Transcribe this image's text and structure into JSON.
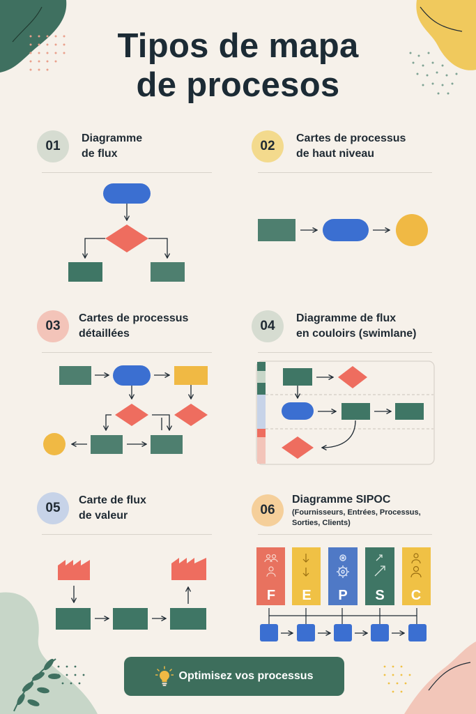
{
  "title": {
    "line1": "Tipos de mapa",
    "line2": "de procesos"
  },
  "sections": [
    {
      "num": "01",
      "line1": "Diagramme",
      "line2": "de flux",
      "color": "#d6dcd1"
    },
    {
      "num": "02",
      "line1": "Cartes de processus",
      "line2": "de haut niveau",
      "color": "#f3da8d"
    },
    {
      "num": "03",
      "line1": "Cartes de processus",
      "line2": "détaillées",
      "color": "#f3c4b9"
    },
    {
      "num": "04",
      "line1": "Diagramme de flux",
      "line2": "en couloirs (swimlane)",
      "color": "#d6dcd1"
    },
    {
      "num": "05",
      "line1": "Carte de flux",
      "line2": "de valeur",
      "color": "#c7d3e8"
    },
    {
      "num": "06",
      "line1": "Diagramme SIPOC",
      "sub1": "(Fournisseurs, Entrées, Processus,",
      "sub2": "Sorties, Clients)",
      "color": "#f5cf9a"
    }
  ],
  "sipoc": {
    "letters": [
      "F",
      "E",
      "P",
      "S",
      "C"
    ],
    "colors": [
      "#e8725f",
      "#f0c145",
      "#4f79c6",
      "#3f7665",
      "#f0c145"
    ]
  },
  "cta": {
    "label": "Optimisez vos processus"
  },
  "palette": {
    "green": "#3f7665",
    "blue": "#3b6fd1",
    "red": "#ee6d5f",
    "yellow": "#f0b944",
    "dark": "#1f2a33"
  }
}
